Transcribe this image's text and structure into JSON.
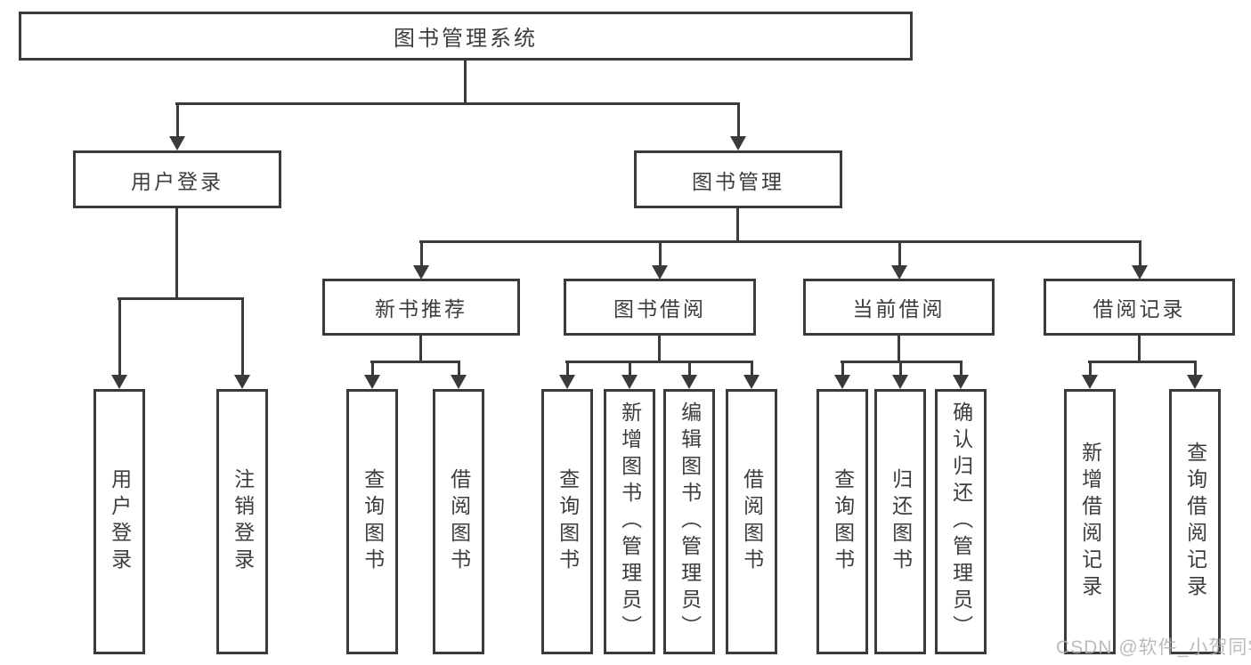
{
  "diagram": {
    "root": {
      "label": "图书管理系统"
    },
    "branches": [
      {
        "label": "用户登录",
        "children": [
          {
            "label": "用户登录"
          },
          {
            "label": "注销登录"
          }
        ]
      },
      {
        "label": "图书管理",
        "groups": [
          {
            "label": "新书推荐",
            "children": [
              {
                "label": "查询图书"
              },
              {
                "label": "借阅图书"
              }
            ]
          },
          {
            "label": "图书借阅",
            "children": [
              {
                "label": "查询图书"
              },
              {
                "label": "新增图书（管理员）"
              },
              {
                "label": "编辑图书（管理员）"
              },
              {
                "label": "借阅图书"
              }
            ]
          },
          {
            "label": "当前借阅",
            "children": [
              {
                "label": "查询图书"
              },
              {
                "label": "归还图书"
              },
              {
                "label": "确认归还（管理员）"
              }
            ]
          },
          {
            "label": "借阅记录",
            "children": [
              {
                "label": "新增借阅记录"
              },
              {
                "label": "查询借阅记录"
              }
            ]
          }
        ]
      }
    ]
  },
  "watermark": {
    "text": "CSDN @软件_小贺同学"
  },
  "colors": {
    "line": "#3a3a3a",
    "text": "#3d3d3d",
    "box_fill": "#ffffff",
    "background": "#ffffff",
    "watermark": "#b0b0b0"
  }
}
